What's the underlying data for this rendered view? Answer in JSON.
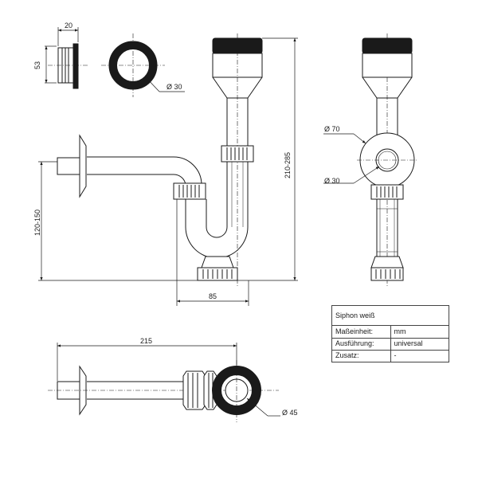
{
  "top_left_view": {
    "dimension_width": "20",
    "dimension_height": "53",
    "ring_diameter": "Ø 30"
  },
  "side_view": {
    "dimension_height_range": "120-150",
    "dimension_total_height": "210-285",
    "dimension_width": "85"
  },
  "front_view": {
    "dimension_outer_diameter": "Ø 70",
    "dimension_inner_diameter": "Ø 30"
  },
  "plan_view": {
    "dimension_length": "215",
    "dimension_diameter": "Ø 45"
  },
  "spec_table": {
    "title": "Siphon weiß",
    "rows": [
      {
        "label": "Maßeinheit:",
        "value": "mm"
      },
      {
        "label": "Ausführung:",
        "value": "universal"
      },
      {
        "label": "Zusatz:",
        "value": "-"
      }
    ]
  },
  "colors": {
    "line": "#1a1a1a",
    "fill_dark": "#1a1a1a",
    "background": "#ffffff"
  }
}
